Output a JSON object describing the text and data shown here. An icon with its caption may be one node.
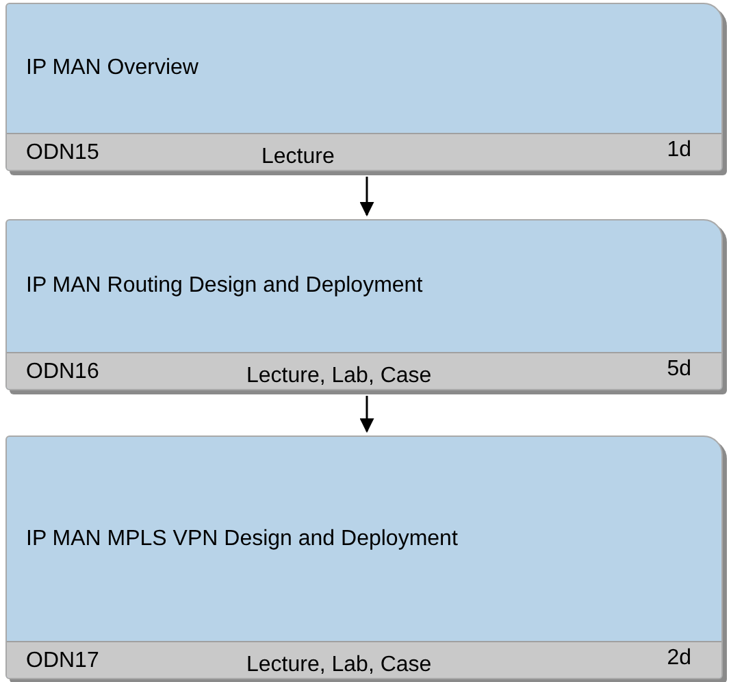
{
  "diagram": {
    "nodes": [
      {
        "text": [
          "IP MAN Overview",
          "ODN15",
          "Lecture",
          "1d"
        ]
      },
      {
        "text": [
          "IP MAN Routing Design and Deployment",
          "ODN16",
          "Lecture, Lab, Case",
          "5d"
        ]
      },
      {
        "text": [
          "IP MAN MPLS VPN Design and Deployment",
          "ODN17",
          "Lecture, Lab, Case",
          "2d"
        ]
      }
    ],
    "edges": [
      {
        "from": 0,
        "to": 1,
        "arrow": "to"
      },
      {
        "from": 1,
        "to": 2,
        "arrow": "to"
      }
    ]
  }
}
